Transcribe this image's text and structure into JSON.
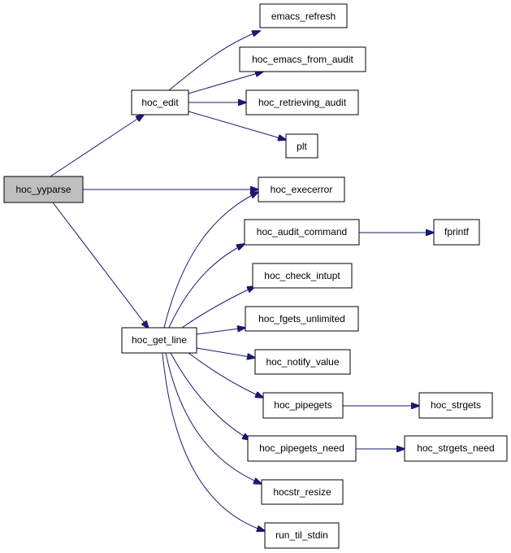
{
  "graph": {
    "colors": {
      "edge": "#191970",
      "root_fill": "#bfbfbf",
      "node_fill": "#ffffff",
      "border": "#000000"
    },
    "nodes": {
      "hoc_yyparse": "hoc_yyparse",
      "hoc_edit": "hoc_edit",
      "hoc_get_line": "hoc_get_line",
      "emacs_refresh": "emacs_refresh",
      "hoc_emacs_from_audit": "hoc_emacs_from_audit",
      "hoc_retrieving_audit": "hoc_retrieving_audit",
      "plt": "plt",
      "hoc_execerror": "hoc_execerror",
      "hoc_audit_command": "hoc_audit_command",
      "fprintf": "fprintf",
      "hoc_check_intupt": "hoc_check_intupt",
      "hoc_fgets_unlimited": "hoc_fgets_unlimited",
      "hoc_notify_value": "hoc_notify_value",
      "hoc_pipegets": "hoc_pipegets",
      "hoc_strgets": "hoc_strgets",
      "hoc_pipegets_need": "hoc_pipegets_need",
      "hoc_strgets_need": "hoc_strgets_need",
      "hocstr_resize": "hocstr_resize",
      "run_til_stdin": "run_til_stdin"
    },
    "edges": [
      [
        "hoc_yyparse",
        "hoc_edit"
      ],
      [
        "hoc_yyparse",
        "hoc_execerror"
      ],
      [
        "hoc_yyparse",
        "hoc_get_line"
      ],
      [
        "hoc_edit",
        "emacs_refresh"
      ],
      [
        "hoc_edit",
        "hoc_emacs_from_audit"
      ],
      [
        "hoc_edit",
        "hoc_retrieving_audit"
      ],
      [
        "hoc_edit",
        "plt"
      ],
      [
        "hoc_get_line",
        "hoc_execerror"
      ],
      [
        "hoc_get_line",
        "hoc_audit_command"
      ],
      [
        "hoc_get_line",
        "hoc_check_intupt"
      ],
      [
        "hoc_get_line",
        "hoc_fgets_unlimited"
      ],
      [
        "hoc_get_line",
        "hoc_notify_value"
      ],
      [
        "hoc_get_line",
        "hoc_pipegets"
      ],
      [
        "hoc_get_line",
        "hoc_pipegets_need"
      ],
      [
        "hoc_get_line",
        "hocstr_resize"
      ],
      [
        "hoc_get_line",
        "run_til_stdin"
      ],
      [
        "hoc_audit_command",
        "fprintf"
      ],
      [
        "hoc_pipegets",
        "hoc_strgets"
      ],
      [
        "hoc_pipegets_need",
        "hoc_strgets_need"
      ]
    ]
  }
}
